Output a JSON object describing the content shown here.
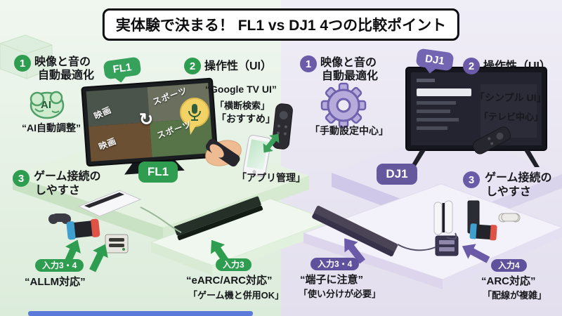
{
  "title": "実体験で決まる！ FL1 vs DJ1 4つの比較ポイント",
  "icons": {
    "cycle": "↻"
  },
  "colors": {
    "left_accent": "#2e9d50",
    "right_accent": "#6a5aa8"
  },
  "left": {
    "name": "FL1",
    "p1": {
      "num": "1",
      "line1": "映像と音の",
      "line2": "自動最適化"
    },
    "p2": {
      "num": "2",
      "label": "操作性（UI）"
    },
    "p3": {
      "num": "3",
      "line1": "ゲーム接続の",
      "line2": "しやすさ"
    },
    "ai_label": "AI",
    "notes": {
      "ai": "“AI自動調整”",
      "google_tv": "“Google TV UI”",
      "search": "「横断検索」",
      "recommend": "「おすすめ」",
      "app": "「アプリ管理」"
    },
    "tiles": {
      "movie1": "映画",
      "sports1": "スポーツ",
      "movie2": "映画",
      "sports2": "スポーツ"
    },
    "inputs": {
      "pill34": "入力3・4",
      "allm": "“ALLM対応”",
      "pill3": "入力3",
      "earc": "“eARC/ARC対応”",
      "game_ok": "「ゲーム機と併用OK」"
    }
  },
  "right": {
    "name": "DJ1",
    "p1": {
      "num": "1",
      "line1": "映像と音の",
      "line2": "自動最適化"
    },
    "p2": {
      "num": "2",
      "label": "操作性（UI）"
    },
    "p3": {
      "num": "3",
      "line1": "ゲーム接続の",
      "line2": "しやすさ"
    },
    "notes": {
      "manual": "「手動設定中心」",
      "simple_ui": "「シンプル UI」",
      "tv_center": "「テレビ中心」"
    },
    "inputs": {
      "pill34": "入力3・4",
      "terminal": "“端子に注意”",
      "usage": "「使い分けが必要」",
      "pill4": "入力4",
      "arc": "“ARC対応”",
      "wiring": "「配線が複雑」"
    }
  }
}
